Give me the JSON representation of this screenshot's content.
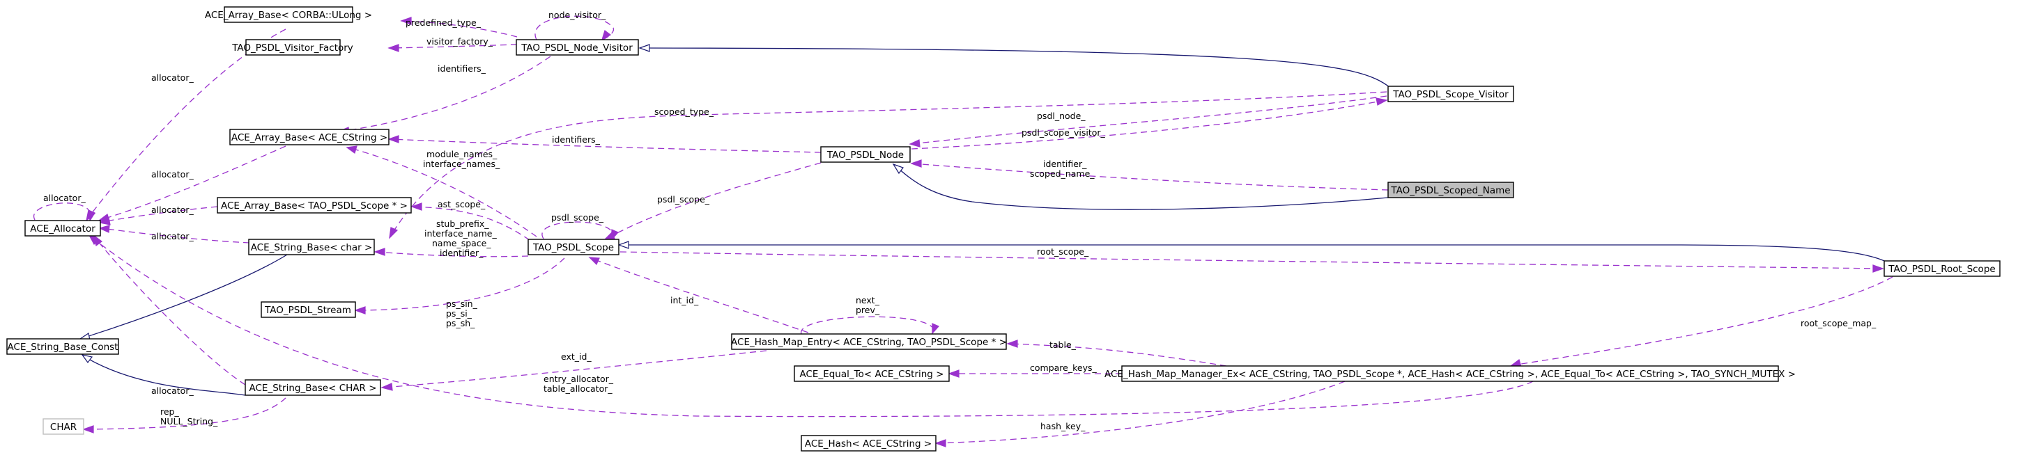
{
  "nodes": {
    "array_ulong": "ACE_Array_Base< CORBA::ULong >",
    "visitor_factory": "TAO_PSDL_Visitor_Factory",
    "node_visitor": "TAO_PSDL_Node_Visitor",
    "scope_visitor": "TAO_PSDL_Scope_Visitor",
    "array_cstring": "ACE_Array_Base< ACE_CString >",
    "psdl_node": "TAO_PSDL_Node",
    "scoped_name": "TAO_PSDL_Scoped_Name",
    "allocator": "ACE_Allocator",
    "array_scope": "ACE_Array_Base< TAO_PSDL_Scope * >",
    "string_char": "ACE_String_Base< char >",
    "psdl_scope": "TAO_PSDL_Scope",
    "root_scope": "TAO_PSDL_Root_Scope",
    "psdl_stream": "TAO_PSDL_Stream",
    "string_const": "ACE_String_Base_Const",
    "hash_entry": "ACE_Hash_Map_Entry< ACE_CString, TAO_PSDL_Scope * >",
    "equal_to": "ACE_Equal_To< ACE_CString >",
    "hash_manager": "ACE_Hash_Map_Manager_Ex< ACE_CString, TAO_PSDL_Scope *, ACE_Hash< ACE_CString >, ACE_Equal_To< ACE_CString >, TAO_SYNCH_MUTEX >",
    "string_big_char": "ACE_String_Base< CHAR >",
    "char": "CHAR",
    "hash": "ACE_Hash< ACE_CString >"
  },
  "edge_labels": {
    "predefined_type": "predefined_type_",
    "node_visitor_self": "node_visitor_",
    "visitor_factory": "visitor_factory_",
    "allocator_top": "allocator_",
    "identifiers_top": "identifiers_",
    "scoped_type": "scoped_type_",
    "psdl_node": "psdl_node_",
    "psdl_scope_visitor": "psdl_scope_visitor_",
    "identifiers_mid": "identifiers_",
    "allocator_mid": "allocator_",
    "allocator_self": "allocator_",
    "identifier_1": "identifier_",
    "identifier_2": "scoped_name_",
    "module_names_1": "module_names_",
    "module_names_2": "interface_names_",
    "allocator_scope": "allocator_",
    "ast_scope": "ast_scope_",
    "psdl_scope_self": "psdl_scope_",
    "psdl_scope_node": "psdl_scope_",
    "allocator_char": "allocator_",
    "stub_prefix_1": "stub_prefix_",
    "stub_prefix_2": "interface_name_",
    "stub_prefix_3": "name_space_",
    "stub_prefix_4": "identifier_",
    "root_scope": "root_scope_",
    "ps_1": "ps_sin_",
    "ps_2": "ps_si_",
    "ps_3": "ps_sh_",
    "int_id": "int_id_",
    "next_1": "next_",
    "next_2": "prev_",
    "root_scope_map": "root_scope_map_",
    "table": "table_",
    "ext_id": "ext_id_",
    "compare_keys": "compare_keys_",
    "allocator_bigchar": "allocator_",
    "entry_allocator_1": "entry_allocator_",
    "entry_allocator_2": "table_allocator_",
    "rep_1": "rep_",
    "rep_2": "NULL_String_",
    "hash_key": "hash_key_"
  }
}
